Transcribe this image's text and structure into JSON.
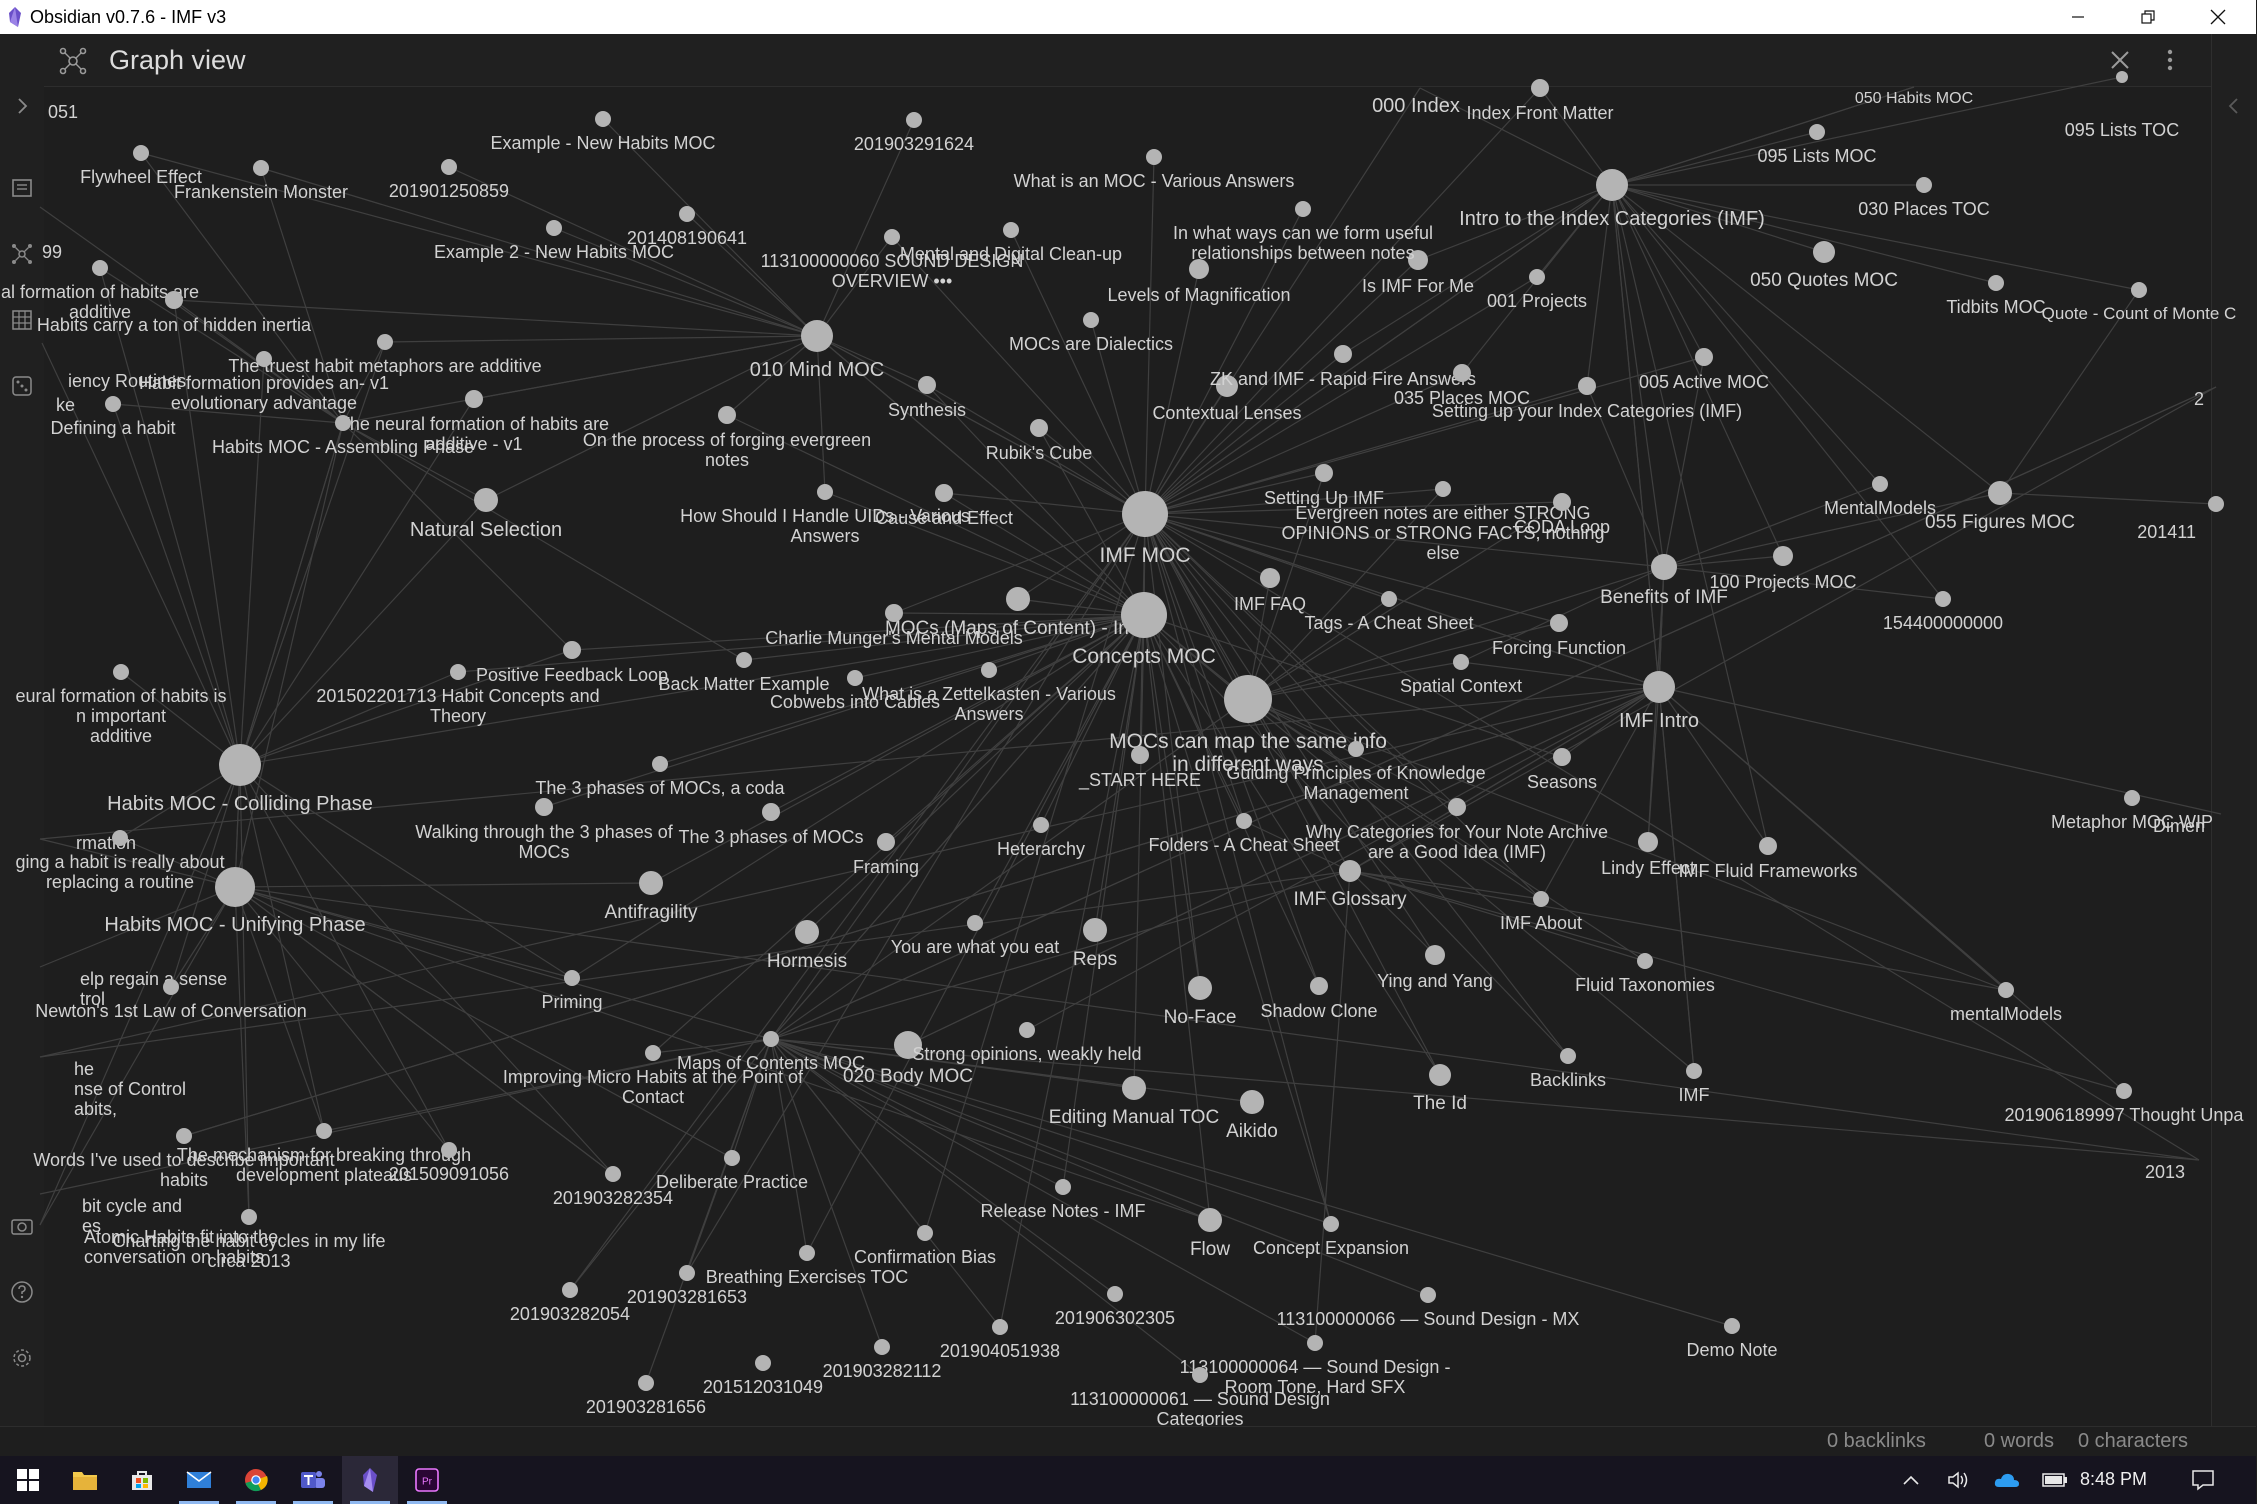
{
  "window": {
    "title": "Obsidian v0.7.6 - IMF v3",
    "accent": "#7c5cd6"
  },
  "ribbon": {
    "icons": [
      "chevron-right-icon",
      "file-explorer-icon",
      "graph-icon",
      "grid-icon",
      "dice-icon",
      "camera-icon",
      "help-icon",
      "settings-icon"
    ]
  },
  "pane": {
    "title": "Graph view",
    "close_icon": "close-icon",
    "menu_icon": "more-vertical-icon"
  },
  "graph": {
    "node_color": "#b4b4b4",
    "link_color": "#3f3f3f",
    "label_color": "#d2d2d2",
    "nodes": [
      {
        "label": "000 Index"
      },
      {
        "label": "Index Front Matter"
      },
      {
        "label": "050 Habits MOC"
      },
      {
        "label": "095 Lists TOC"
      },
      {
        "label": "095 Lists MOC"
      },
      {
        "label": "030 Places TOC"
      },
      {
        "label": "Intro to the Index Categories (IMF)"
      },
      {
        "label": "050 Quotes MOC"
      },
      {
        "label": "Tidbits MOC"
      },
      {
        "label": "Quote - Count of Monte C"
      },
      {
        "label": "001 Projects"
      },
      {
        "label": "Is IMF For Me"
      },
      {
        "label": "In what ways can we form useful relationships between notes"
      },
      {
        "label": "What is an MOC - Various Answers"
      },
      {
        "label": "Levels of Magnification"
      },
      {
        "label": "MOCs are Dialectics"
      },
      {
        "label": "Mental and Digital Clean-up"
      },
      {
        "label": "113100000060 SOUND DESIGN OVERVIEW •••"
      },
      {
        "label": "201903291624"
      },
      {
        "label": "Example - New Habits MOC"
      },
      {
        "label": "201408190641"
      },
      {
        "label": "Example 2 - New Habits MOC"
      },
      {
        "label": "201901250859"
      },
      {
        "label": "Frankenstein Monster"
      },
      {
        "label": "Flywheel Effect"
      },
      {
        "label": "051"
      },
      {
        "label": "99"
      },
      {
        "label": "al formation of habits are additive"
      },
      {
        "label": "iency Routines"
      },
      {
        "label": "Habits carry a ton of hidden inertia"
      },
      {
        "label": "The neural formation of habits are additive - v1"
      },
      {
        "label": "The truest habit metaphors are additive"
      },
      {
        "label": "Habit formation provides an- v1 evolutionary advantage"
      },
      {
        "label": "ke"
      },
      {
        "label": "Defining a habit"
      },
      {
        "label": "Habits MOC - Assembling Phase"
      },
      {
        "label": "Natural Selection"
      },
      {
        "label": "010 Mind MOC"
      },
      {
        "label": "Synthesis"
      },
      {
        "label": "On the process of forging evergreen notes"
      },
      {
        "label": "How Should I Handle UIDs - Various Answers"
      },
      {
        "label": "Cause and Effect"
      },
      {
        "label": "Rubik's Cube"
      },
      {
        "label": "Contextual Lenses"
      },
      {
        "label": "ZK and IMF - Rapid Fire Answers"
      },
      {
        "label": "035 Places MOC"
      },
      {
        "label": "Setting up your Index Categories (IMF)"
      },
      {
        "label": "005 Active MOC"
      },
      {
        "label": "IMF MOC"
      },
      {
        "label": "Setting Up IMF"
      },
      {
        "label": "Evergreen notes are either STRONG OPINIONS or STRONG FACTS, nothing else"
      },
      {
        "label": "CODA Loop"
      },
      {
        "label": "MentalModels"
      },
      {
        "label": "055 Figures MOC"
      },
      {
        "label": "201411"
      },
      {
        "label": "100 Projects MOC"
      },
      {
        "label": "Benefits of IMF"
      },
      {
        "label": "154400000000"
      },
      {
        "label": "IMF FAQ"
      },
      {
        "label": "Tags - A Cheat Sheet"
      },
      {
        "label": "Forcing Function"
      },
      {
        "label": "MOCs (Maps of Content) - Intro"
      },
      {
        "label": "Charlie Munger's Mental Models"
      },
      {
        "label": "Concepts MOC"
      },
      {
        "label": "Positive Feedback Loop"
      },
      {
        "label": "Back Matter Example"
      },
      {
        "label": "eural formation of habits is n important additive"
      },
      {
        "label": "201502201713 Habit Concepts and Theory"
      },
      {
        "label": "Cobwebs into Cables"
      },
      {
        "label": "What is a Zettelkasten - Various Answers"
      },
      {
        "label": "MOCs can map the same info in different ways"
      },
      {
        "label": "Spatial Context"
      },
      {
        "label": "IMF Intro"
      },
      {
        "label": "Habits MOC - Colliding Phase"
      },
      {
        "label": "The 3 phases of MOCs, a coda"
      },
      {
        "label": "_START HERE"
      },
      {
        "label": "Guiding Principles of Knowledge Management"
      },
      {
        "label": "Seasons"
      },
      {
        "label": "Walking through the 3 phases of MOCs"
      },
      {
        "label": "The 3 phases of MOCs"
      },
      {
        "label": "Framing"
      },
      {
        "label": "Heterarchy"
      },
      {
        "label": "Folders - A Cheat Sheet"
      },
      {
        "label": "Why Categories for Your Note Archive are a Good Idea (IMF)"
      },
      {
        "label": "Lindy Effect"
      },
      {
        "label": "IMF Fluid Frameworks"
      },
      {
        "label": "Metaphor MOC WIP"
      },
      {
        "label": "Dimen"
      },
      {
        "label": "rmation"
      },
      {
        "label": "ging a habit is really about replacing a routine"
      },
      {
        "label": "Habits MOC - Unifying Phase"
      },
      {
        "label": "Antifragility"
      },
      {
        "label": "Hormesis"
      },
      {
        "label": "You are what you eat"
      },
      {
        "label": "Reps"
      },
      {
        "label": "IMF Glossary"
      },
      {
        "label": "IMF About"
      },
      {
        "label": "elp regain a sense trol"
      },
      {
        "label": "Priming"
      },
      {
        "label": "Newton's 1st Law of Conversation"
      },
      {
        "label": "No-Face"
      },
      {
        "label": "Shadow Clone"
      },
      {
        "label": "Ying and Yang"
      },
      {
        "label": "Fluid Taxonomies"
      },
      {
        "label": "mentalModels"
      },
      {
        "label": "020 Body MOC"
      },
      {
        "label": "Strong opinions, weakly held"
      },
      {
        "label": "Maps of Contents MOC"
      },
      {
        "label": "Improving Micro Habits at the Point of Contact"
      },
      {
        "label": "Editing Manual TOC"
      },
      {
        "label": "Aikido"
      },
      {
        "label": "The Id"
      },
      {
        "label": "Backlinks"
      },
      {
        "label": "IMF"
      },
      {
        "label": "201906189997 Thought Unpa"
      },
      {
        "label": "he nse of Control abits,"
      },
      {
        "label": "Words I've used to describe important habits"
      },
      {
        "label": "The mechanism for breaking through development plateaus"
      },
      {
        "label": "201509091056"
      },
      {
        "label": "201903282354"
      },
      {
        "label": "Deliberate Practice"
      },
      {
        "label": "2013"
      },
      {
        "label": "Release Notes - IMF"
      },
      {
        "label": "bit cycle and es"
      },
      {
        "label": "Atomic Habits fit into the conversation on habits"
      },
      {
        "label": "Charting the habit cycles in my life circa 2013"
      },
      {
        "label": "Flow"
      },
      {
        "label": "Concept Expansion"
      },
      {
        "label": "Confirmation Bias"
      },
      {
        "label": "Breathing Exercises TOC"
      },
      {
        "label": "201903281653"
      },
      {
        "label": "201903282054"
      },
      {
        "label": "201906302305"
      },
      {
        "label": "113100000066 — Sound Design - MX"
      },
      {
        "label": "201904051938"
      },
      {
        "label": "Demo Note"
      },
      {
        "label": "201903282112"
      },
      {
        "label": "113100000064 — Sound Design - Room Tone, Hard SFX"
      },
      {
        "label": "201512031049"
      },
      {
        "label": "113100000061 — Sound Design Categories"
      },
      {
        "label": "201903281656"
      },
      {
        "label": "2"
      }
    ]
  },
  "status": {
    "backlinks": "0 backlinks",
    "words": "0 words",
    "characters": "0 characters"
  },
  "taskbar": {
    "apps": [
      "windows-start-icon",
      "file-explorer-icon",
      "store-icon",
      "mail-icon",
      "chrome-icon",
      "teams-icon",
      "obsidian-icon",
      "premiere-icon"
    ],
    "clock": "8:48 PM"
  }
}
